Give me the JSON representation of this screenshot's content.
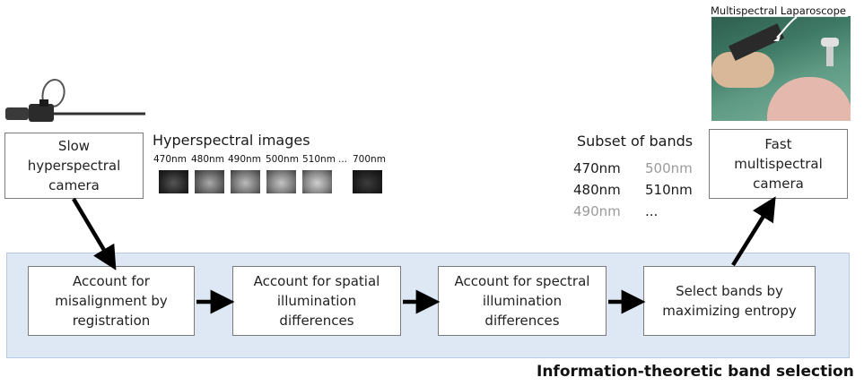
{
  "hyperspectral": {
    "title": "Hyperspectral images",
    "wavelengths": [
      "470nm",
      "480nm",
      "490nm",
      "500nm",
      "510nm",
      "...",
      "700nm"
    ]
  },
  "slow_camera": {
    "label": "Slow\nhyperspectral\ncamera"
  },
  "fast_camera": {
    "label": "Fast\nmultispectral\ncamera"
  },
  "laparoscope": {
    "label": "Multispectral Laparoscope"
  },
  "subset": {
    "title": "Subset of bands",
    "bands": [
      {
        "label": "470nm",
        "selected": true
      },
      {
        "label": "500nm",
        "selected": false
      },
      {
        "label": "480nm",
        "selected": true
      },
      {
        "label": "510nm",
        "selected": true
      },
      {
        "label": "490nm",
        "selected": false
      },
      {
        "label": "...",
        "selected": true
      }
    ]
  },
  "steps": [
    {
      "label": "Account for\nmisalignment by\nregistration"
    },
    {
      "label": "Account for spatial\nillumination\ndifferences"
    },
    {
      "label": "Account for spectral\nillumination\ndifferences"
    },
    {
      "label": "Select bands by\nmaximizing entropy"
    }
  ],
  "footer": {
    "label": "Information-theoretic band selection"
  },
  "colors": {
    "panel": "#dde8f4",
    "box_border": "#7b7b7b",
    "arrow": "#000000",
    "deselected_band": "#9a9a9a"
  }
}
